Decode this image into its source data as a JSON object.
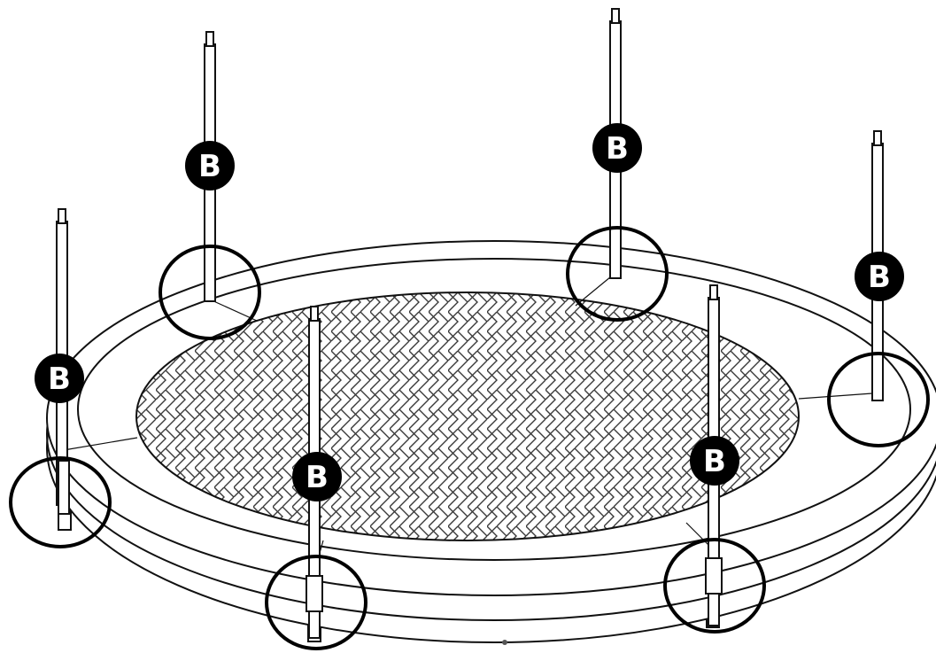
{
  "diagram": {
    "pole_label": "B",
    "pole_count": 6,
    "callout_count": 6,
    "colors": {
      "line": "#111111",
      "badge": "#000000",
      "badge_text": "#ffffff",
      "background": "#ffffff"
    }
  },
  "poles": [
    {
      "label": "B"
    },
    {
      "label": "B"
    },
    {
      "label": "B"
    },
    {
      "label": "B"
    },
    {
      "label": "B"
    },
    {
      "label": "B"
    }
  ]
}
